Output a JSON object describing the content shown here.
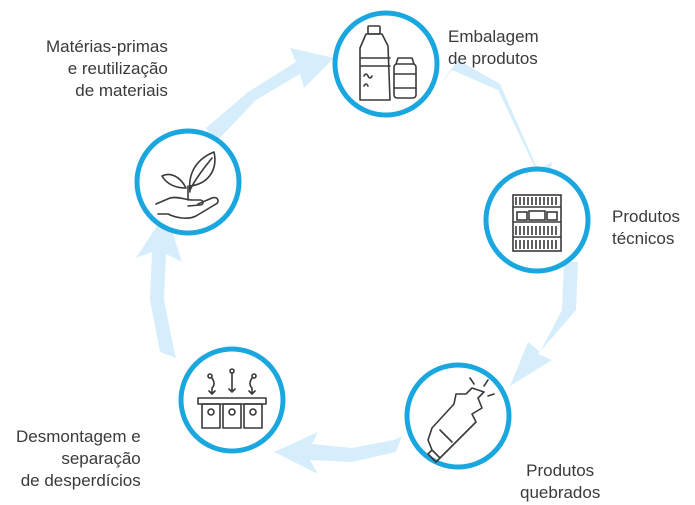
{
  "colors": {
    "circle_stroke": "#1aa7e0",
    "arrow_fill": "#d6eefb",
    "icon_stroke": "#3a3a3a",
    "text": "#3a3a3a"
  },
  "stages": [
    {
      "id": "packaging",
      "icon": "bottles-icon",
      "label_lines": [
        "Embalagem",
        "de produtos"
      ]
    },
    {
      "id": "technical",
      "icon": "shelves-icon",
      "label_lines": [
        "Produtos",
        "técnicos"
      ]
    },
    {
      "id": "broken",
      "icon": "broken-bottle-icon",
      "label_lines": [
        "Produtos",
        "quebrados"
      ]
    },
    {
      "id": "sorting",
      "icon": "sorting-bins-icon",
      "label_lines": [
        "Desmontagem e",
        "separação",
        "de desperdícios"
      ]
    },
    {
      "id": "raw",
      "icon": "plant-in-hand-icon",
      "label_lines": [
        "Matérias-primas",
        "e reutilização",
        "de materiais"
      ]
    }
  ]
}
